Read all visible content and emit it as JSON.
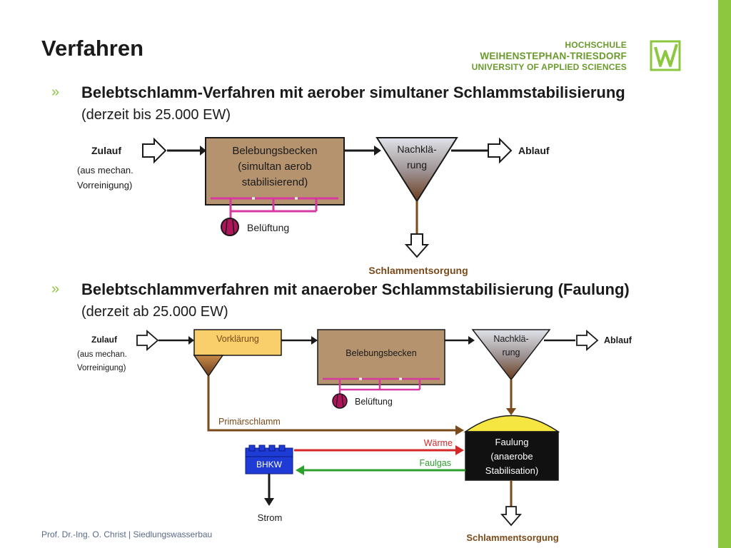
{
  "slide": {
    "title": "Verfahren",
    "footer": "Prof. Dr.-Ing. O. Christ | Siedlungswasserbau"
  },
  "logo": {
    "line1": "HOCHSCHULE",
    "line2": "WEIHENSTEPHAN-TRIESDORF",
    "line3": "UNIVERSITY OF APPLIED SCIENCES"
  },
  "colors": {
    "accent": "#8dc63f",
    "sludge": "#7a4a1a",
    "basin": "#b5936e",
    "aeration": "#d63aa0",
    "heat": "#d62728",
    "gas": "#2ca02c",
    "chp": "#1f3bd6",
    "digester_top": "#f5e642",
    "preclarifier": "#f8cf6a"
  },
  "bullets": [
    {
      "marker": "»",
      "text": "Belebtschlamm-Verfahren mit aerober simultaner Schlammstabilisierung",
      "sub": "(derzeit bis 25.000 EW)"
    },
    {
      "marker": "»",
      "text": "Belebtschlammverfahren mit anaerober Schlammstabilisierung (Faulung)",
      "sub": "(derzeit ab 25.000 EW)"
    }
  ],
  "diagram1": {
    "inflow": "Zulauf",
    "inflow_note_1": "(aus mechan.",
    "inflow_note_2": "Vorreinigung)",
    "basin_1": "Belebungsbecken",
    "basin_2": "(simultan aerob",
    "basin_3": "stabilisierend)",
    "clarifier_1": "Nachklä-",
    "clarifier_2": "rung",
    "outflow": "Ablauf",
    "aeration": "Belüftung",
    "sludge": "Schlammentsorgung"
  },
  "diagram2": {
    "inflow": "Zulauf",
    "inflow_note_1": "(aus mechan.",
    "inflow_note_2": "Vorreinigung)",
    "preclarifier": "Vorklärung",
    "basin": "Belebungsbecken",
    "clarifier_1": "Nachklä-",
    "clarifier_2": "rung",
    "outflow": "Ablauf",
    "aeration": "Belüftung",
    "primary_sludge": "Primärschlamm",
    "digester_1": "Faulung",
    "digester_2": "(anaerobe",
    "digester_3": "Stabilisation)",
    "heat": "Wärme",
    "gas": "Faulgas",
    "chp": "BHKW",
    "power": "Strom",
    "sludge": "Schlammentsorgung"
  }
}
